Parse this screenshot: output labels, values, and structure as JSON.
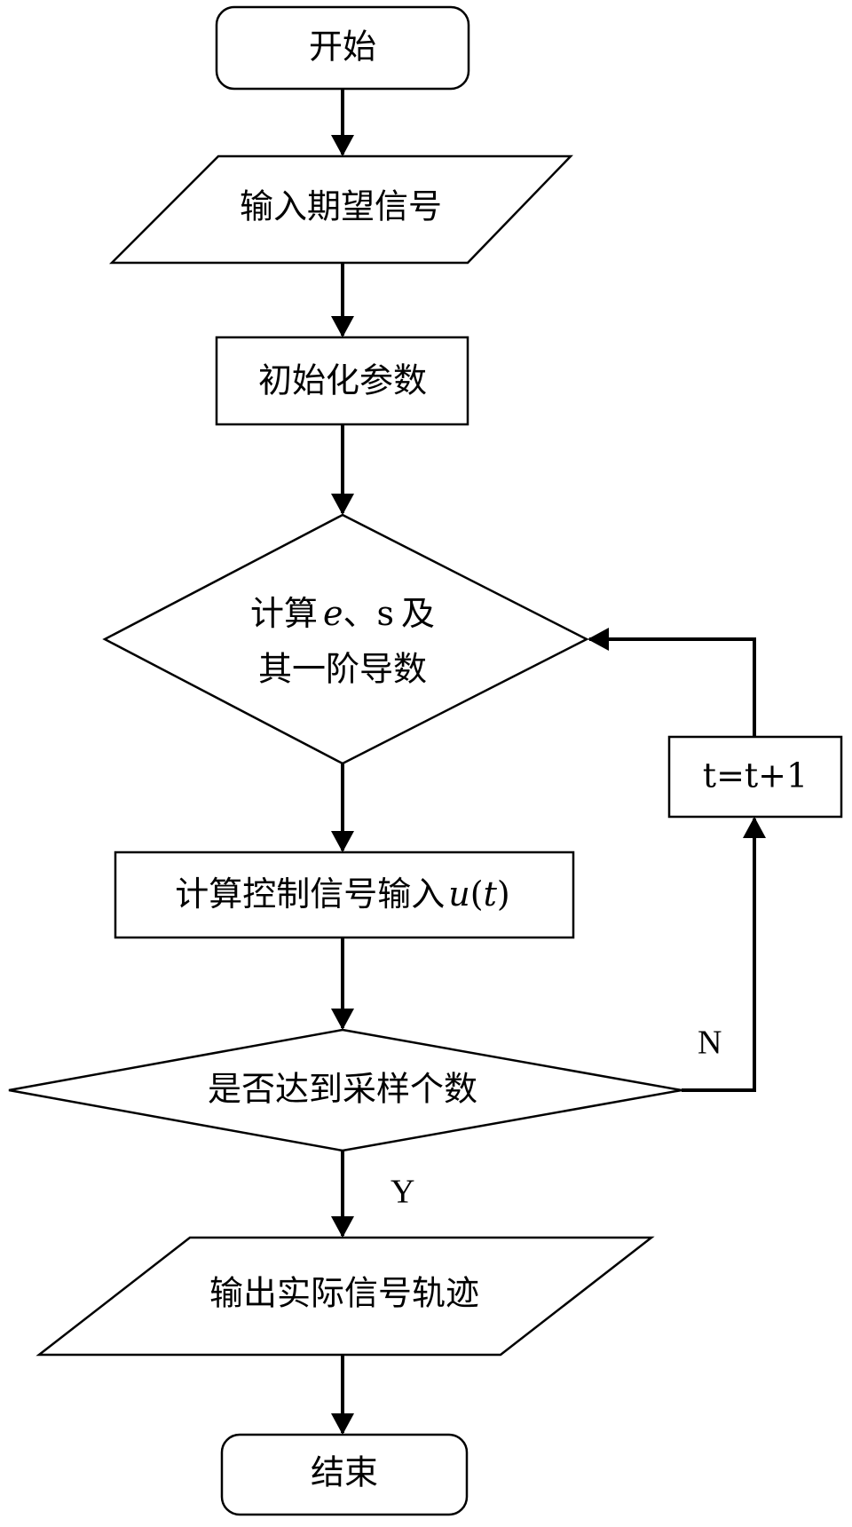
{
  "nodes": {
    "start": "开始",
    "input_expected": "输入期望信号",
    "init_params": "初始化参数",
    "compute_es": {
      "line1_prefix": "计算",
      "e": "e",
      "line1_mid": "、s",
      "line1_suffix": "及",
      "line2": "其一阶导数"
    },
    "compute_control": {
      "prefix": "计算控制信号输入",
      "u": "u",
      "open": "(",
      "t": "t",
      "close": ")"
    },
    "decision_samples": "是否达到采样个数",
    "increment": "t=t+1",
    "output_actual": "输出实际信号轨迹",
    "end": "结束"
  },
  "edges": {
    "no_label": "N",
    "yes_label": "Y"
  }
}
